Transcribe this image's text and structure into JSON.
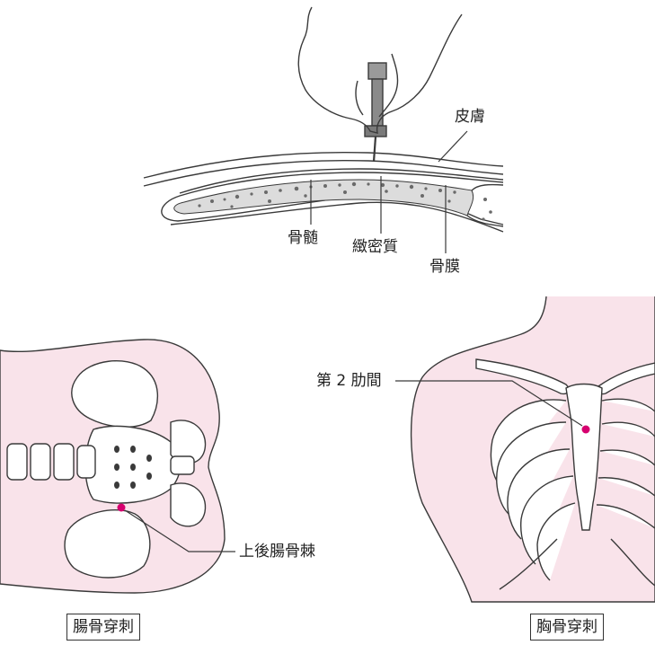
{
  "labels": {
    "skin": "皮膚",
    "marrow": "骨髄",
    "compact_bone": "緻密質",
    "periosteum": "骨膜",
    "second_intercostal": "第 2 肋間",
    "posterior_superior_iliac_spine": "上後腸骨棘"
  },
  "captions": {
    "iliac_puncture": "腸骨穿刺",
    "sternal_puncture": "胸骨穿刺"
  },
  "colors": {
    "skin_fill": "#f9e3ea",
    "bone_fill": "#ffffff",
    "marrow_fill": "#dcdcdc",
    "marker": "#d6006f",
    "line": "#3a3a3a"
  },
  "icons": {
    "needle": "bone-marrow-needle-icon",
    "hand": "hand-icon"
  }
}
